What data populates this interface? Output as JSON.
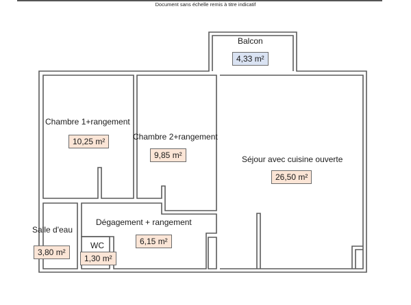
{
  "caption": "Document sans échelle remis à titre indicatif",
  "colors": {
    "wall": "#5a5a5a",
    "area_box_default": "#fbe5d6",
    "area_box_balcony": "#dae3f3"
  },
  "rooms": {
    "balcon": {
      "label": "Balcon",
      "area": "4,33 m²"
    },
    "chambre1": {
      "label": "Chambre 1+rangement",
      "area": "10,25 m²"
    },
    "chambre2": {
      "label": "Chambre 2+rangement",
      "area": "9,85 m²"
    },
    "sejour": {
      "label": "Séjour avec cuisine ouverte",
      "area": "26,50 m²"
    },
    "salle_eau": {
      "label": "Salle d'eau",
      "area": "3,80 m²"
    },
    "degagement": {
      "label": "Dégagement + rangement",
      "area": "6,15 m²"
    },
    "wc": {
      "label": "WC",
      "area": "1,30 m²"
    }
  }
}
